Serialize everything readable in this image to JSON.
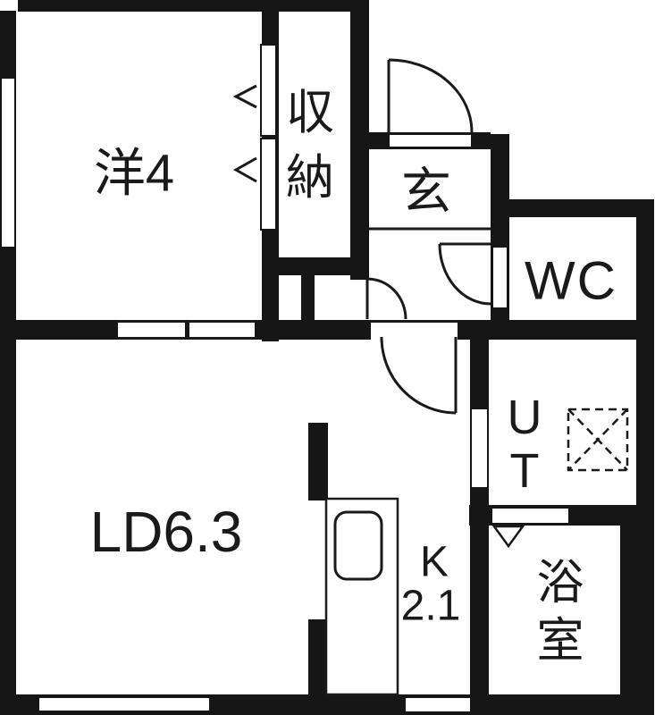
{
  "plan": {
    "type": "japanese-apartment-floor-plan",
    "colors": {
      "wall": "#161616",
      "floor": "#ffffff",
      "line": "#1a1a1a"
    },
    "rooms": {
      "western": {
        "label": "洋4"
      },
      "closet": {
        "char1": "収",
        "char2": "納"
      },
      "entrance": {
        "label": "玄"
      },
      "wc": {
        "label": "WC"
      },
      "utility": {
        "char1": "U",
        "char2": "T"
      },
      "bath": {
        "char1": "浴",
        "char2": "室"
      },
      "living": {
        "label": "LD6.3"
      },
      "kitchen": {
        "line1": "K",
        "line2": "2.1"
      }
    }
  }
}
